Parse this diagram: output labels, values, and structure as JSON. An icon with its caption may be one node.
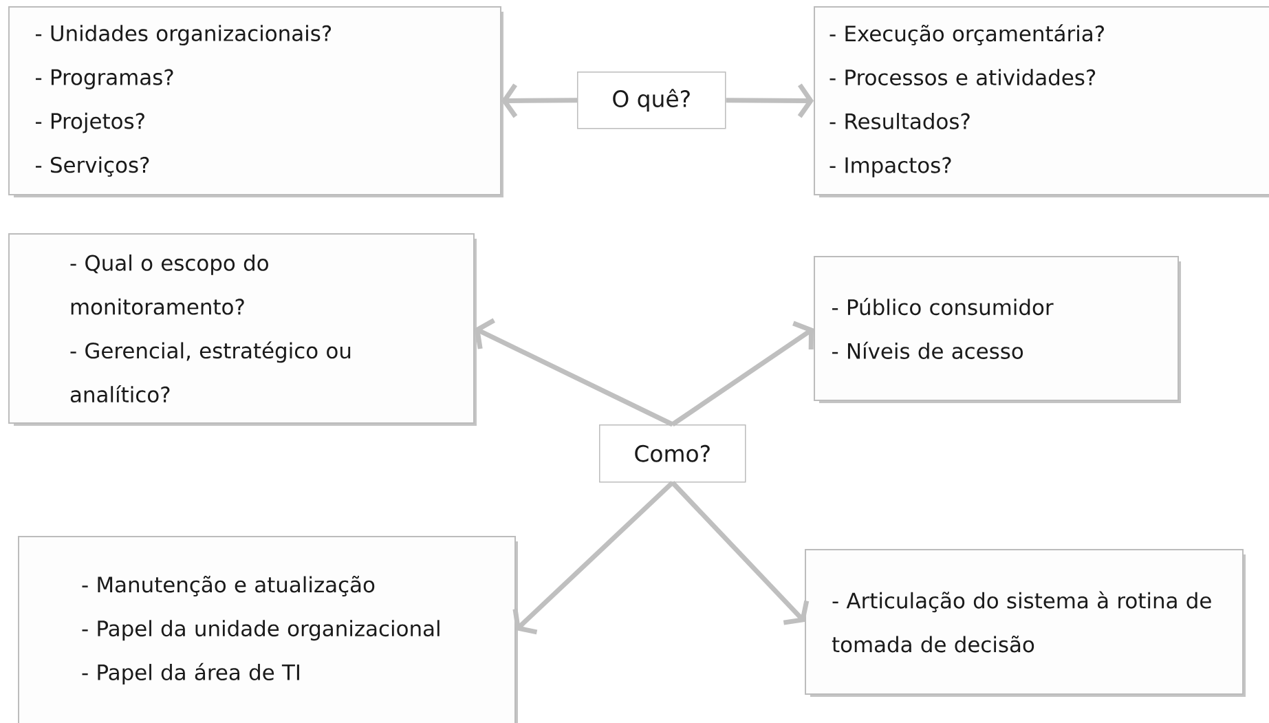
{
  "diagram": {
    "nodes": [
      {
        "text": [
          "- Unidades organizacionais?",
          "- Programas?",
          "- Projetos?",
          "- Serviços?"
        ]
      },
      {
        "text": [
          "O quê?"
        ]
      },
      {
        "text": [
          "- Execução orçamentária?",
          "- Processos e atividades?",
          "- Resultados?",
          "- Impactos?"
        ]
      },
      {
        "text": [
          "- Qual o escopo do monitoramento?",
          "- Gerencial, estratégico ou analítico?"
        ]
      },
      {
        "text": [
          "- Público consumidor",
          "- Níveis de acesso"
        ]
      },
      {
        "text": [
          "Como?"
        ]
      },
      {
        "text": [
          "- Manutenção e atualização",
          "- Papel da unidade organizacional",
          "- Papel da área de TI"
        ]
      },
      {
        "text": [
          "- Articulação do sistema à rotina de tomada de decisão"
        ]
      }
    ],
    "edges": [
      {
        "from": 1,
        "to": 0,
        "arrow": "to"
      },
      {
        "from": 1,
        "to": 2,
        "arrow": "to"
      },
      {
        "from": 5,
        "to": 3,
        "arrow": "to"
      },
      {
        "from": 5,
        "to": 4,
        "arrow": "to"
      },
      {
        "from": 5,
        "to": 6,
        "arrow": "to"
      },
      {
        "from": 5,
        "to": 7,
        "arrow": "to"
      }
    ]
  }
}
